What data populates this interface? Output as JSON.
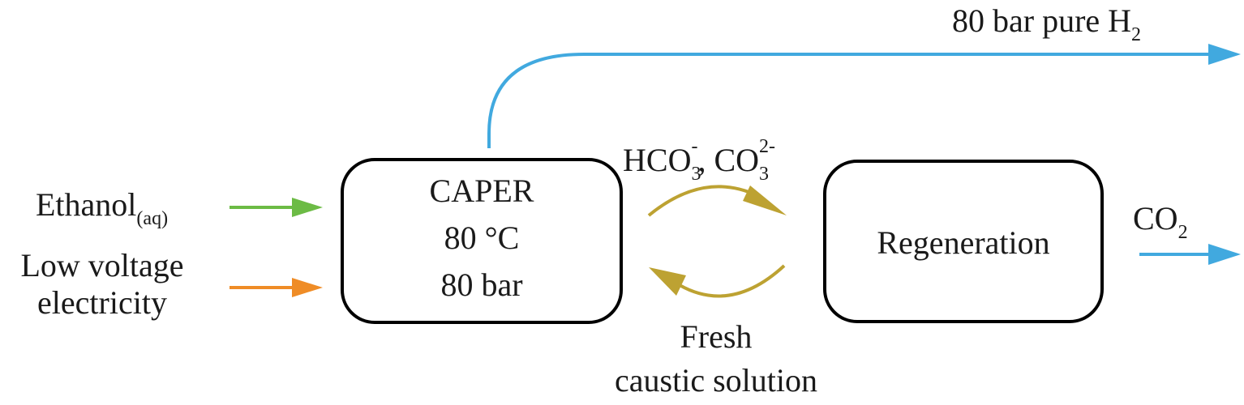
{
  "colors": {
    "green": "#6cbb45",
    "orange": "#ef8c26",
    "blue": "#41a9df",
    "gold": "#bda232",
    "box_border": "#000000"
  },
  "inputs": {
    "ethanol": {
      "main": "Ethanol",
      "sub": "(aq)"
    },
    "electricity": {
      "line1": "Low voltage",
      "line2": "electricity"
    }
  },
  "reactor": {
    "name": "CAPER",
    "temperature": "80 °C",
    "pressure": "80 bar"
  },
  "regenerator": {
    "name": "Regeneration"
  },
  "hydrogen_output": {
    "main": "80 bar pure H",
    "sub": "2"
  },
  "co2_output": {
    "main": "CO",
    "sub": "2"
  },
  "carbonate_stream": {
    "bicarbonate": "HCO",
    "bicarbonate_sub": "3",
    "bicarbonate_sup": "-",
    "separator": ", ",
    "carbonate": "CO",
    "carbonate_sub": "3",
    "carbonate_sup": "2-"
  },
  "return_stream": {
    "line1": "Fresh",
    "line2": "caustic solution"
  }
}
